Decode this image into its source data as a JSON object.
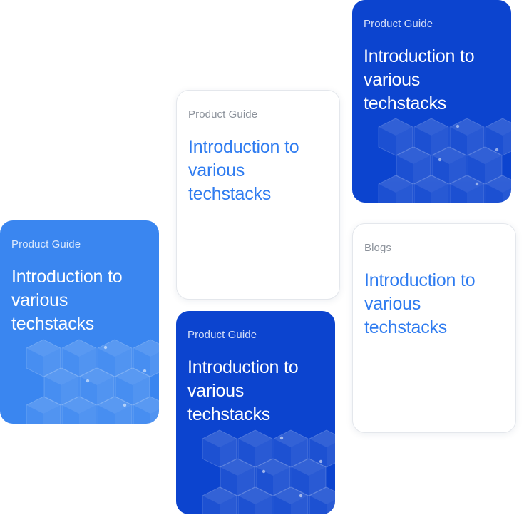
{
  "cards": [
    {
      "category": "Product Guide",
      "title": "Introduction to various techstacks"
    },
    {
      "category": "Product Guide",
      "title": "Introduction to various techstacks"
    },
    {
      "category": "Product Guide",
      "title": "Introduction to various techstacks"
    },
    {
      "category": "Product Guide",
      "title": "Introduction to various techstacks"
    },
    {
      "category": "Blogs",
      "title": "Introduction to various techstacks"
    }
  ],
  "theme": {
    "sky_blue": "#3a86f0",
    "royal_blue": "#0c44cf",
    "title_blue": "#2f7cf0",
    "category_gray": "#8c929b"
  },
  "icons": {
    "card_decoration": "hexagon-cube-pattern-icon"
  }
}
